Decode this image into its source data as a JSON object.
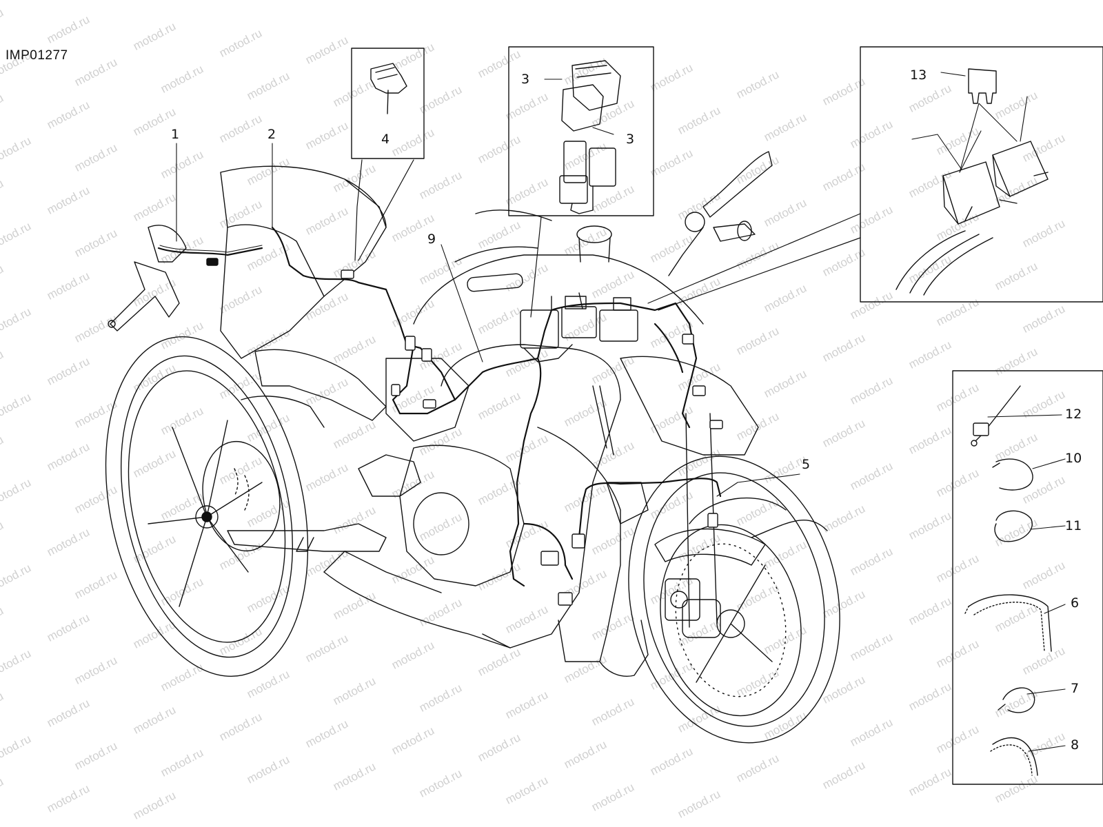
{
  "diagram_id": "IMP01277",
  "watermark": "motod.ru",
  "callouts": {
    "c1": "1",
    "c2": "2",
    "c3a": "3",
    "c3b": "3",
    "c4": "4",
    "c5": "5",
    "c6": "6",
    "c7": "7",
    "c8": "8",
    "c9": "9",
    "c10": "10",
    "c11": "11",
    "c12": "12",
    "c13": "13"
  }
}
